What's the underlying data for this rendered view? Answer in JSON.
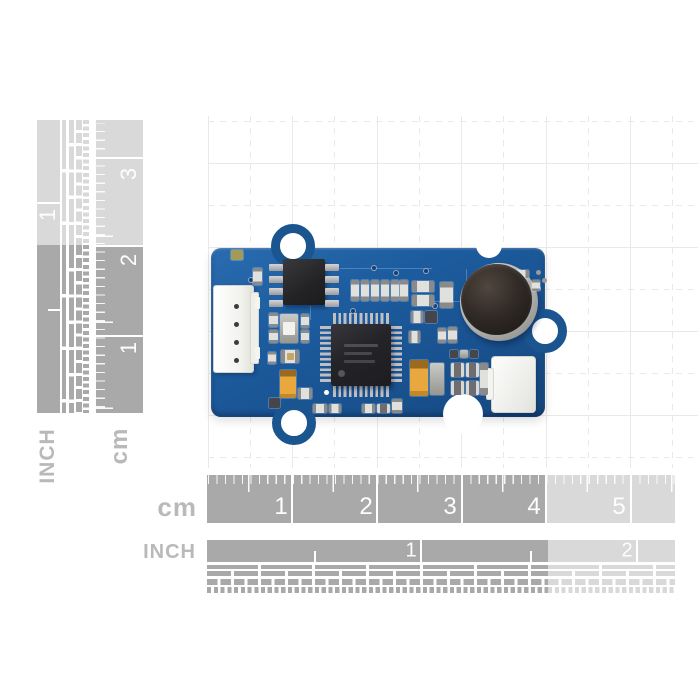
{
  "scene": {
    "type": "product-photo",
    "subject": "Blue PCB sensor module with electret microphone, Grove connector, QFP MCU, SOIC-8 chip and SMD parts, shown against a measurement grid with centimeter and inch rulers",
    "background_color": "#ffffff"
  },
  "rulers": {
    "left_inch": {
      "unit_label": "INCH",
      "marks": [
        "1"
      ]
    },
    "left_cm": {
      "unit_label": "cm",
      "marks": [
        "3",
        "2",
        "1"
      ]
    },
    "bottom_cm": {
      "unit_label": "cm",
      "marks": [
        "1",
        "2",
        "3",
        "4",
        "5"
      ]
    },
    "bottom_inch": {
      "unit_label": "INCH",
      "marks": [
        "1",
        "2"
      ]
    }
  },
  "palette": {
    "ruler_dark": "#a9a9a9",
    "ruler_light": "#d9d9d9",
    "ruler_text": "#ffffff",
    "unit_label_text": "#b9b9b9",
    "grid_line": "#e9e9e9",
    "pcb_blue": "#1b5796",
    "capacitor_orange": "#e2a035",
    "chip_black": "#28282a",
    "connector_white": "#f6f6f3"
  }
}
